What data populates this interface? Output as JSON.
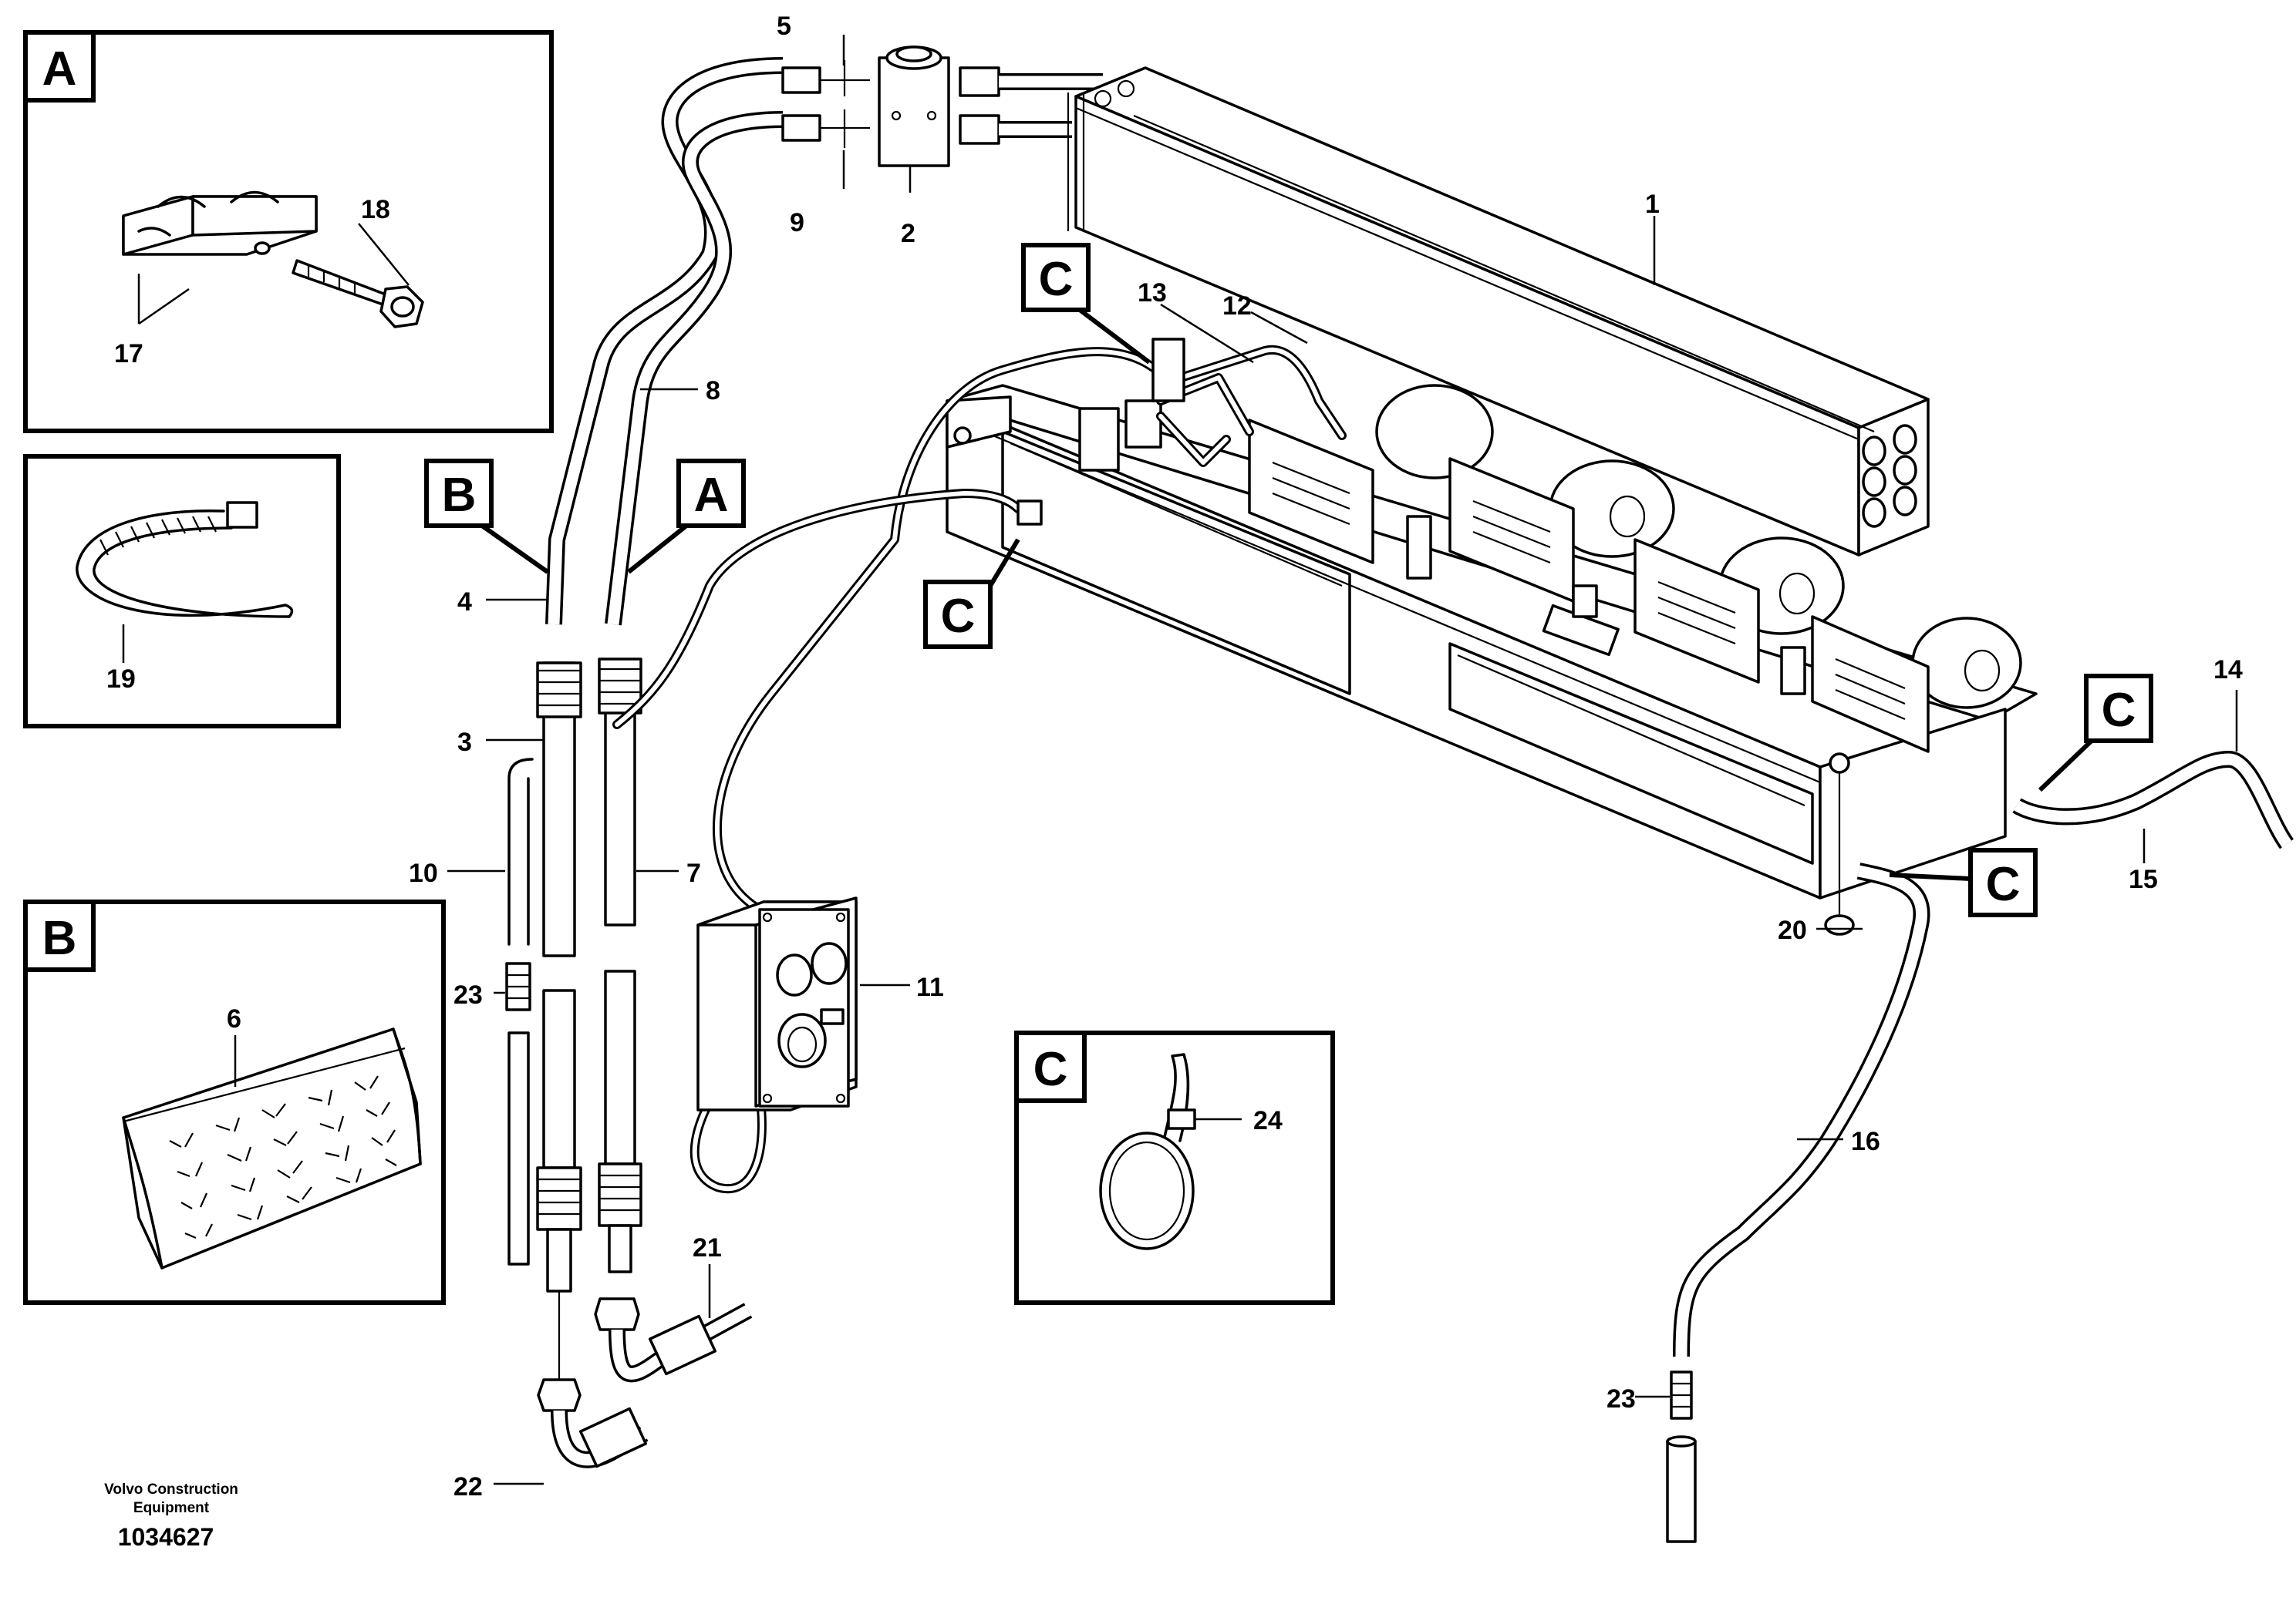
{
  "diagram_id": "1034627",
  "publisher_line_1": "Volvo Construction",
  "publisher_line_2": "Equipment",
  "detail_letters": {
    "A": "A",
    "B": "B",
    "C": "C"
  },
  "part_numbers": {
    "p1": "1",
    "p2": "2",
    "p3": "3",
    "p4": "4",
    "p5": "5",
    "p6": "6",
    "p7": "7",
    "p8": "8",
    "p9": "9",
    "p10": "10",
    "p11": "11",
    "p12": "12",
    "p13": "13",
    "p14": "14",
    "p15": "15",
    "p16": "16",
    "p17": "17",
    "p18": "18",
    "p19": "19",
    "p20": "20",
    "p21": "21",
    "p22": "22",
    "p23a": "23",
    "p23b": "23",
    "p24": "24"
  }
}
